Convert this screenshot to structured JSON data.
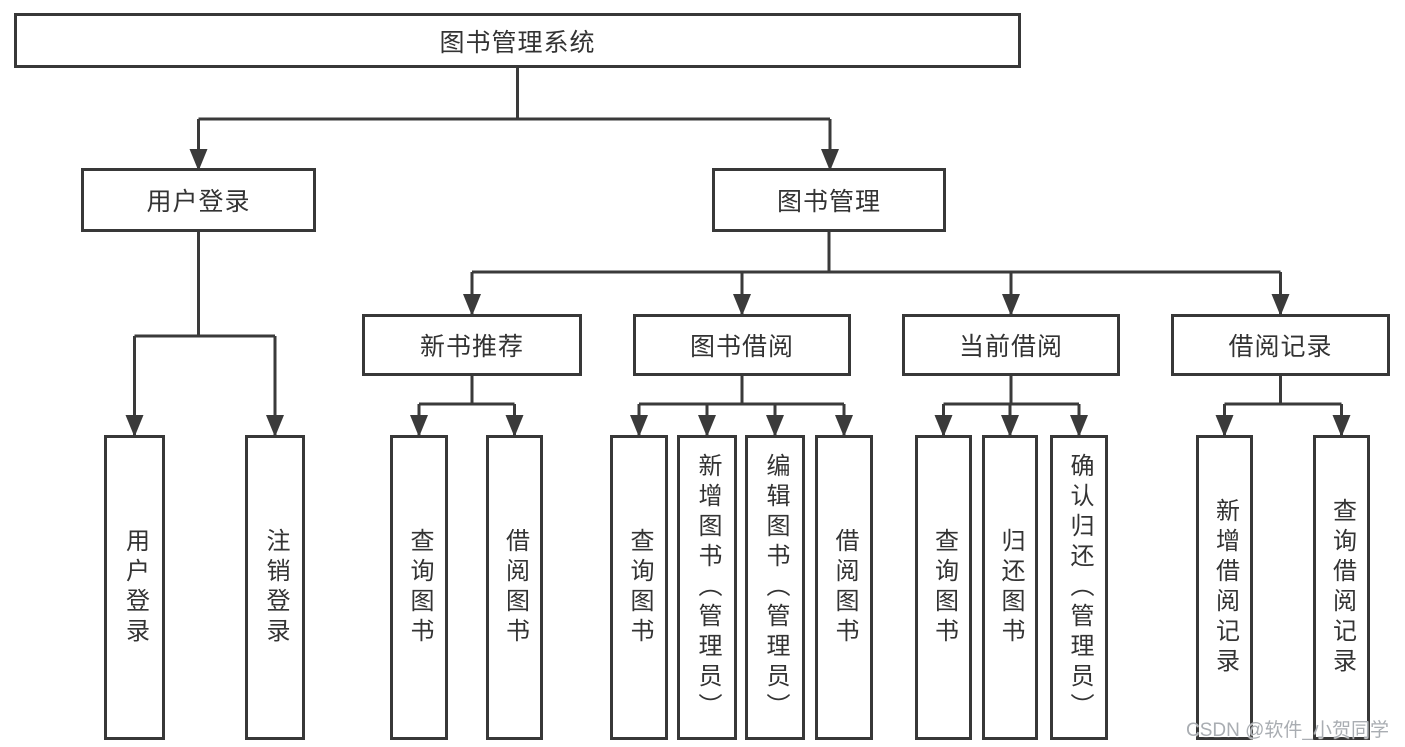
{
  "tree": {
    "root": {
      "label": "图书管理系统",
      "children": [
        {
          "label": "用户登录",
          "children": [
            {
              "label": "用户登录"
            },
            {
              "label": "注销登录"
            }
          ]
        },
        {
          "label": "图书管理",
          "children": [
            {
              "label": "新书推荐",
              "children": [
                {
                  "label": "查询图书"
                },
                {
                  "label": "借阅图书"
                }
              ]
            },
            {
              "label": "图书借阅",
              "children": [
                {
                  "label": "查询图书"
                },
                {
                  "label": "新增图书（管理员）"
                },
                {
                  "label": "编辑图书（管理员）"
                },
                {
                  "label": "借阅图书"
                }
              ]
            },
            {
              "label": "当前借阅",
              "children": [
                {
                  "label": "查询图书"
                },
                {
                  "label": "归还图书"
                },
                {
                  "label": "确认归还（管理员）"
                }
              ]
            },
            {
              "label": "借阅记录",
              "children": [
                {
                  "label": "新增借阅记录"
                },
                {
                  "label": "查询借阅记录"
                }
              ]
            }
          ]
        }
      ]
    }
  },
  "watermark": {
    "text": "CSDN @软件_小贺同学"
  },
  "colors": {
    "line": "#3a3a3a",
    "box_border": "#383838",
    "text": "#333333",
    "watermark": "#a9adb2",
    "background": "#ffffff"
  }
}
